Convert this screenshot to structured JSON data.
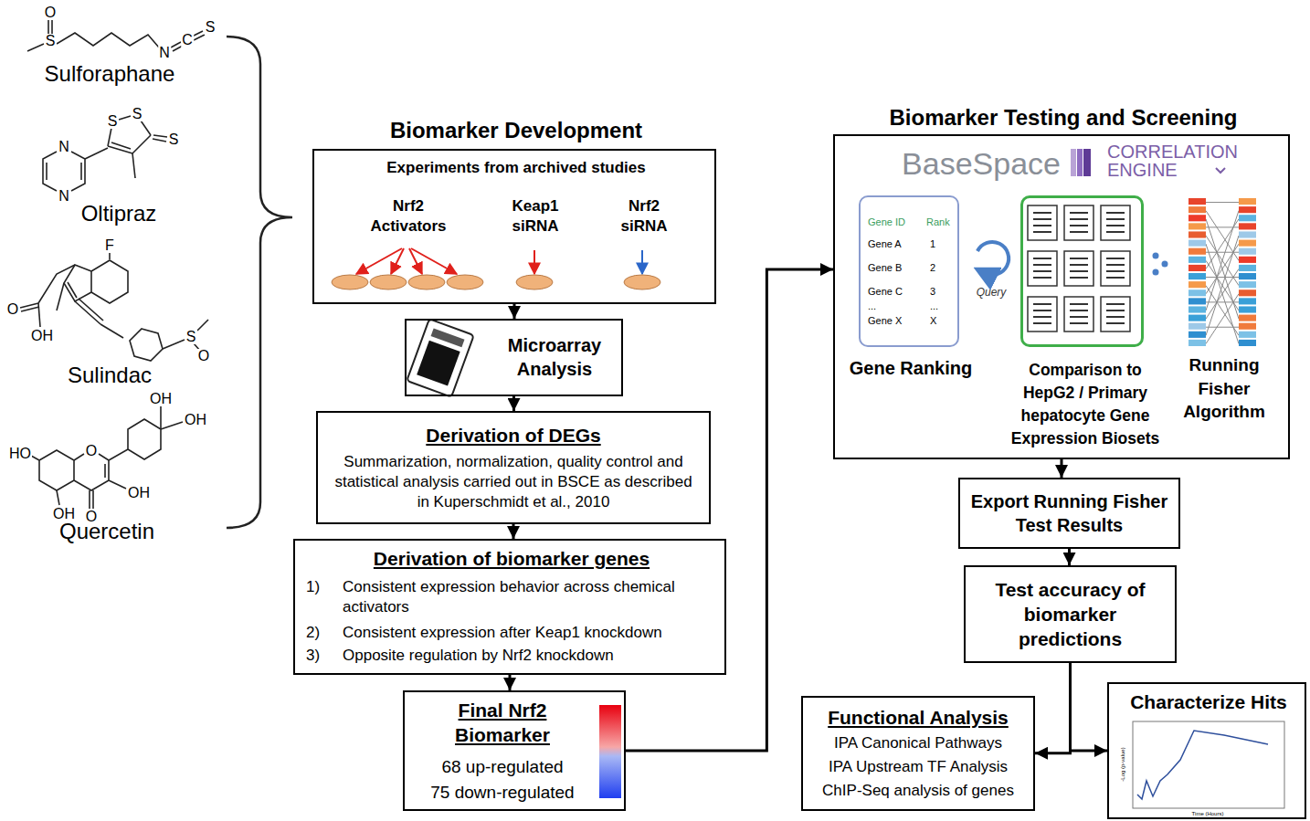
{
  "diagram": {
    "nodes": [
      {
        "text": [
          "Biomarker Development",
          "Experiments from archived studies",
          "Nrf2 Activators",
          "Keap1 siRNA",
          "Nrf2 siRNA"
        ]
      },
      {
        "text": [
          "Microarray Analysis"
        ]
      },
      {
        "text": [
          "Derivation of DEGs",
          "Summarization, normalization, quality control and statistical analysis carried out in BSCE as described in Kuperschmidt et al., 2010"
        ]
      },
      {
        "text": [
          "Derivation of biomarker genes",
          "1)",
          "Consistent expression behavior across chemical activators",
          "2)",
          "Consistent expression after Keap1 knockdown",
          "3)",
          "Opposite regulation by Nrf2 knockdown"
        ]
      },
      {
        "text": [
          "Final Nrf2 Biomarker",
          "68 up-regulated",
          "75 down-regulated"
        ]
      },
      {
        "text": [
          "Biomarker Testing and Screening",
          "BaseSpace",
          "CORRELATION ENGINE"
        ]
      },
      {
        "text": [
          "Gene ID",
          "Rank",
          "Gene A",
          "1",
          "Gene B",
          "2",
          "Gene C",
          "3",
          "...",
          "...",
          "Gene X",
          "X",
          "Gene Ranking"
        ],
        "in": 5
      },
      {
        "text": [
          "Comparison to HepG2 / Primary hepatocyte Gene Expression Biosets"
        ],
        "in": 5
      },
      {
        "text": [
          "Export Running Fisher Test Results"
        ]
      },
      {
        "text": [
          "Test accuracy of biomarker predictions"
        ]
      },
      {
        "text": [
          "Functional Analysis",
          "IPA Canonical Pathways",
          "IPA Upstream TF Analysis",
          "ChIP-Seq analysis of genes"
        ]
      },
      {
        "text": [
          "Characterize Hits"
        ]
      }
    ],
    "edges": [
      {
        "from": 0,
        "to": 1,
        "arrow": "to"
      },
      {
        "from": 1,
        "to": 2,
        "arrow": "to"
      },
      {
        "from": 2,
        "to": 3,
        "arrow": "to"
      },
      {
        "from": 3,
        "to": 4,
        "arrow": "to"
      },
      {
        "from": 4,
        "to": 5,
        "arrow": "to"
      },
      {
        "from": 5,
        "to": 8,
        "arrow": "to"
      },
      {
        "from": 8,
        "to": 9,
        "arrow": "to"
      },
      {
        "from": 9,
        "to": 10,
        "arrow": "to"
      },
      {
        "from": 9,
        "to": 11,
        "arrow": "to"
      }
    ],
    "labels": [
      "O",
      "S",
      "N",
      "C",
      "S",
      "Sulforaphane",
      "S",
      "S",
      "S",
      "N",
      "N",
      "Oltipraz",
      "F",
      "O",
      "OH",
      "S",
      "O",
      "Sulindac",
      "OH",
      "OH",
      "HO",
      "O",
      "OH",
      "OH",
      "O",
      "Quercetin",
      "Query",
      "Running Fisher Algorithm",
      "-Log (p-value)",
      "Time (Hours)"
    ]
  }
}
